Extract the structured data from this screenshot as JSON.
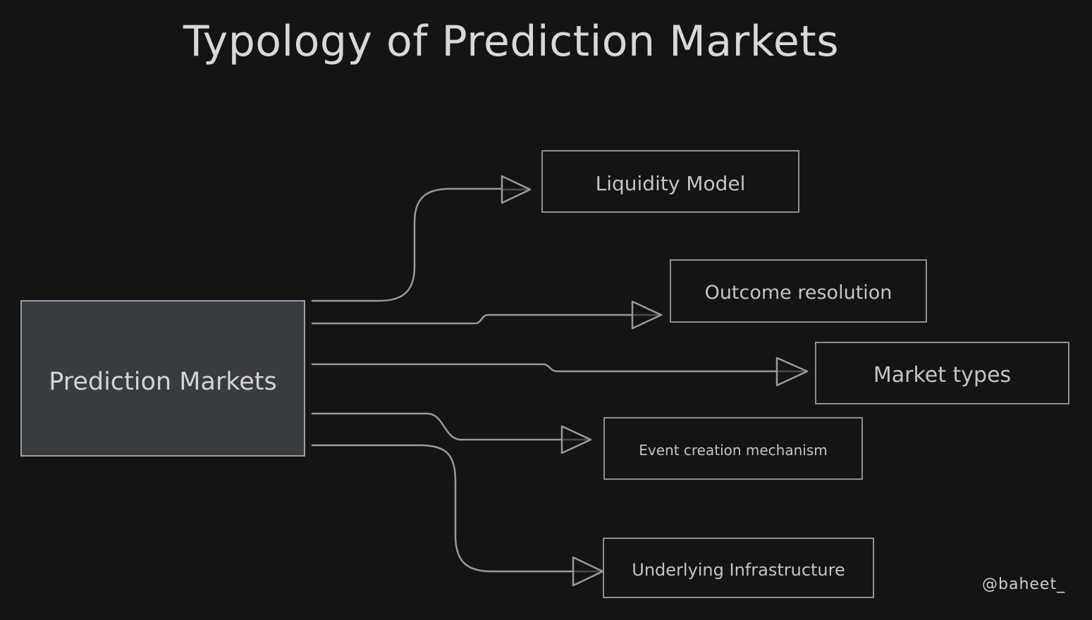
{
  "title": "Typology of Prediction Markets",
  "watermark": "@baheet_",
  "root_node": {
    "label": "Prediction Markets"
  },
  "nodes": [
    {
      "id": "liquidity-model",
      "label": "Liquidity Model"
    },
    {
      "id": "outcome-resolution",
      "label": "Outcome resolution"
    },
    {
      "id": "market-types",
      "label": "Market types"
    },
    {
      "id": "event-creation-mechanism",
      "label": "Event creation mechanism"
    },
    {
      "id": "underlying-infrastructure",
      "label": "Underlying Infrastructure"
    }
  ],
  "colors": {
    "background": "#141414",
    "stroke": "#9a9a9a",
    "root_fill": "#383b40",
    "text": "#d4d4d4"
  }
}
